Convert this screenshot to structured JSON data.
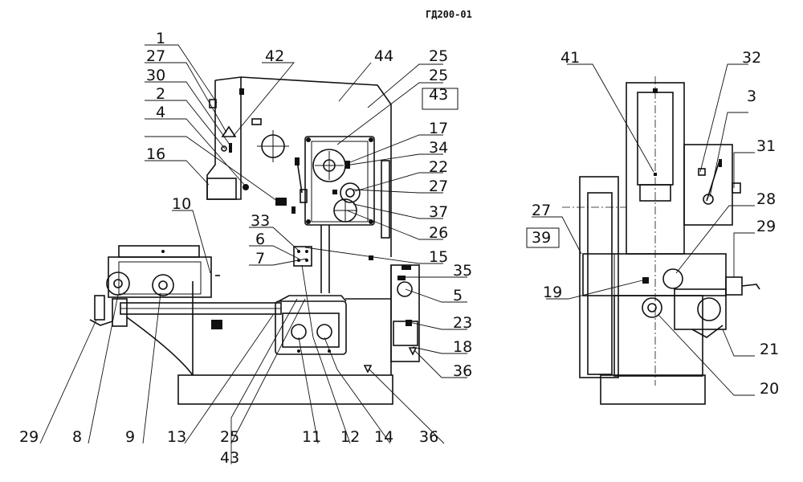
{
  "drawing_code": "ГД200-01",
  "callouts": {
    "front": [
      "1",
      "27",
      "30",
      "2",
      "4",
      "16",
      "10",
      "33",
      "6",
      "7",
      "42",
      "44",
      "25",
      "25",
      "43",
      "17",
      "34",
      "22",
      "27",
      "37",
      "26",
      "15",
      "35",
      "5",
      "23",
      "18",
      "36",
      "36",
      "14",
      "12",
      "11",
      "43",
      "25",
      "13",
      "9",
      "8",
      "29"
    ],
    "side": [
      "41",
      "32",
      "3",
      "31",
      "27",
      "39",
      "28",
      "29",
      "19",
      "21",
      "20"
    ]
  }
}
